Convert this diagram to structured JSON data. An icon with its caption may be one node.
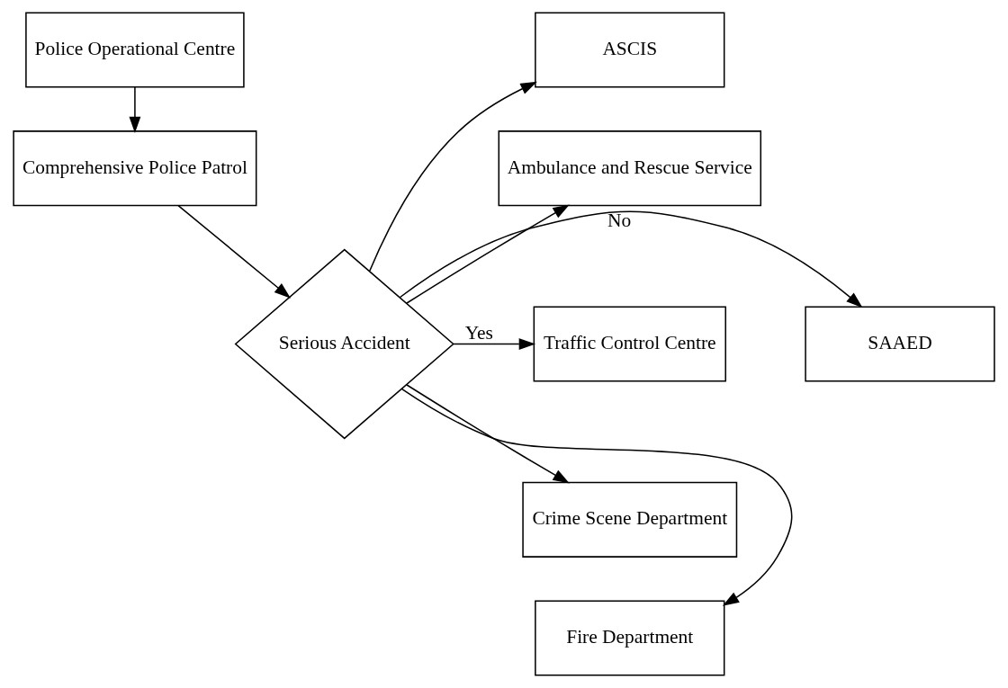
{
  "diagram": {
    "nodes": [
      {
        "text": [
          "Police Operational Centre"
        ]
      },
      {
        "text": [
          "Comprehensive Police Patrol"
        ]
      },
      {
        "text": [
          "Serious Accident"
        ]
      },
      {
        "text": [
          "SAAED"
        ]
      },
      {
        "text": [
          "ASCIS"
        ]
      },
      {
        "text": [
          "Ambulance and Rescue Service"
        ]
      },
      {
        "text": [
          "Traffic Control Centre"
        ]
      },
      {
        "text": [
          "Crime Scene Department"
        ]
      },
      {
        "text": [
          "Fire Department"
        ]
      }
    ],
    "edges": [
      {
        "from": 0,
        "to": 1,
        "arrow": "to"
      },
      {
        "from": 1,
        "to": 2,
        "arrow": "to"
      },
      {
        "from": 2,
        "to": 3,
        "label": "No",
        "arrow": "to"
      },
      {
        "from": 2,
        "to": 4,
        "arrow": "to"
      },
      {
        "from": 2,
        "to": 5,
        "arrow": "to"
      },
      {
        "from": 2,
        "to": 6,
        "label": "Yes",
        "arrow": "to"
      },
      {
        "from": 2,
        "to": 7,
        "arrow": "to"
      },
      {
        "from": 2,
        "to": 8,
        "arrow": "to"
      }
    ]
  }
}
